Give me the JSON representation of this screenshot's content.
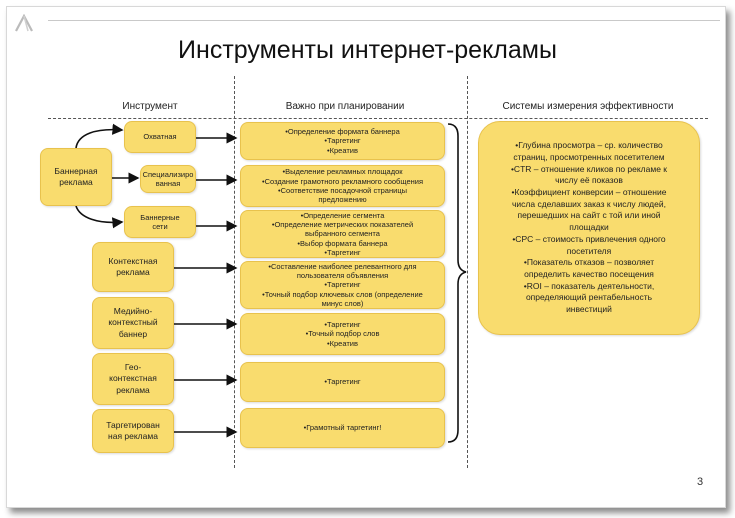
{
  "title": "Инструменты интернет-рекламы",
  "columns": [
    "Инструмент",
    "Важно при планировании",
    "Системы измерения эффективности"
  ],
  "banner_group": {
    "label": "Баннерная\nреклама",
    "subtypes": [
      "Охватная",
      "Специализиро\nванная",
      "Баннерные\nсети"
    ]
  },
  "tools": [
    "Контекстная\nреклама",
    "Медийно-\nконтекстный\nбаннер",
    "Гео-\nконтекстная\nреклама",
    "Таргетирован\nная реклама"
  ],
  "planning": [
    "•Определение формата баннера\n•Таргетинг\n•Креатив",
    "•Выделение рекламных площадок\n•Создание грамотного рекламного сообщения\n•Соответствие посадочной страницы\nпредложению",
    "•Определение сегмента\n•Определение метрических показателей\nвыбранного сегмента\n•Выбор формата баннера\n•Таргетинг",
    "•Составление наиболее релевантного для\nпользователя объявления\n•Таргетинг\n•Точный подбор ключевых слов (определение\nминус слов)",
    "•Таргетинг\n•Точный подбор слов\n•Креатив",
    "•Таргетинг",
    "•Грамотный таргетинг!"
  ],
  "metrics": "•Глубина просмотра – ср. количество\nстраниц, просмотренных посетителем\n•CTR – отношение кликов по рекламе к\nчислу её показов\n•Коэффициент конверсии – отношение\nчисла сделавших заказ к числу людей,\nперешедших на сайт с той или иной\nплощадки\n•CPC – стоимость привлечения одного\nпосетителя\n•Показатель отказов – позволяет\nопределить качество посещения\n•ROI – показатель деятельности,\nопределяющий рентабельность\nинвестиций",
  "page_number": "3"
}
